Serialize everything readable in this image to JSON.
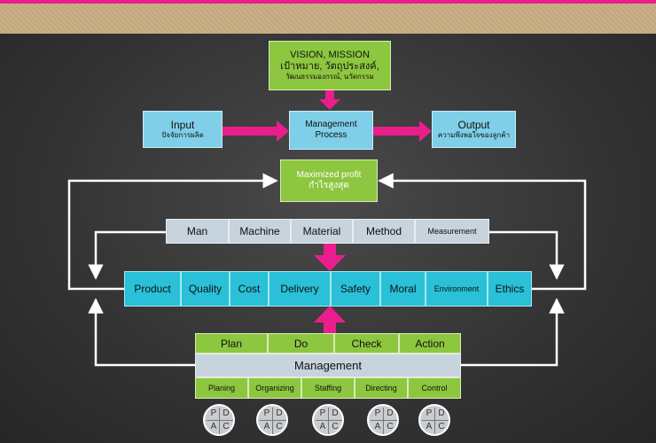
{
  "vision": {
    "line1": "VISION, MISSION",
    "line2": "เป้าหมาย, วัตถุประสงค์,",
    "line3": "วัฒนธรรมองกรณ์, นวัตกรรม"
  },
  "input": {
    "title": "Input",
    "sub": "ปัจจัยการผลิต"
  },
  "process": {
    "line1": "Management",
    "line2": "Process"
  },
  "output": {
    "title": "Output",
    "sub": "ความพึงพอใจของลูกค้า"
  },
  "profit": {
    "line1": "Maximized profit",
    "line2": "กำไรสูงสุด"
  },
  "five_m": [
    "Man",
    "Machine",
    "Material",
    "Method",
    "Measurement"
  ],
  "outcomes": [
    "Product",
    "Quality",
    "Cost",
    "Delivery",
    "Safety",
    "Moral",
    "Environment",
    "Ethics"
  ],
  "pdca_row": [
    "Plan",
    "Do",
    "Check",
    "Action"
  ],
  "management": "Management",
  "functions": [
    "Planing",
    "Organizing",
    "Staffing",
    "Directing",
    "Control"
  ],
  "pdca_letters": [
    "P",
    "D",
    "A",
    "C"
  ],
  "colors": {
    "magenta": "#e91e8c",
    "green": "#8dc63f",
    "light_blue": "#7fcfe8",
    "cyan": "#29c0d8",
    "grey": "#c7d3dd"
  }
}
